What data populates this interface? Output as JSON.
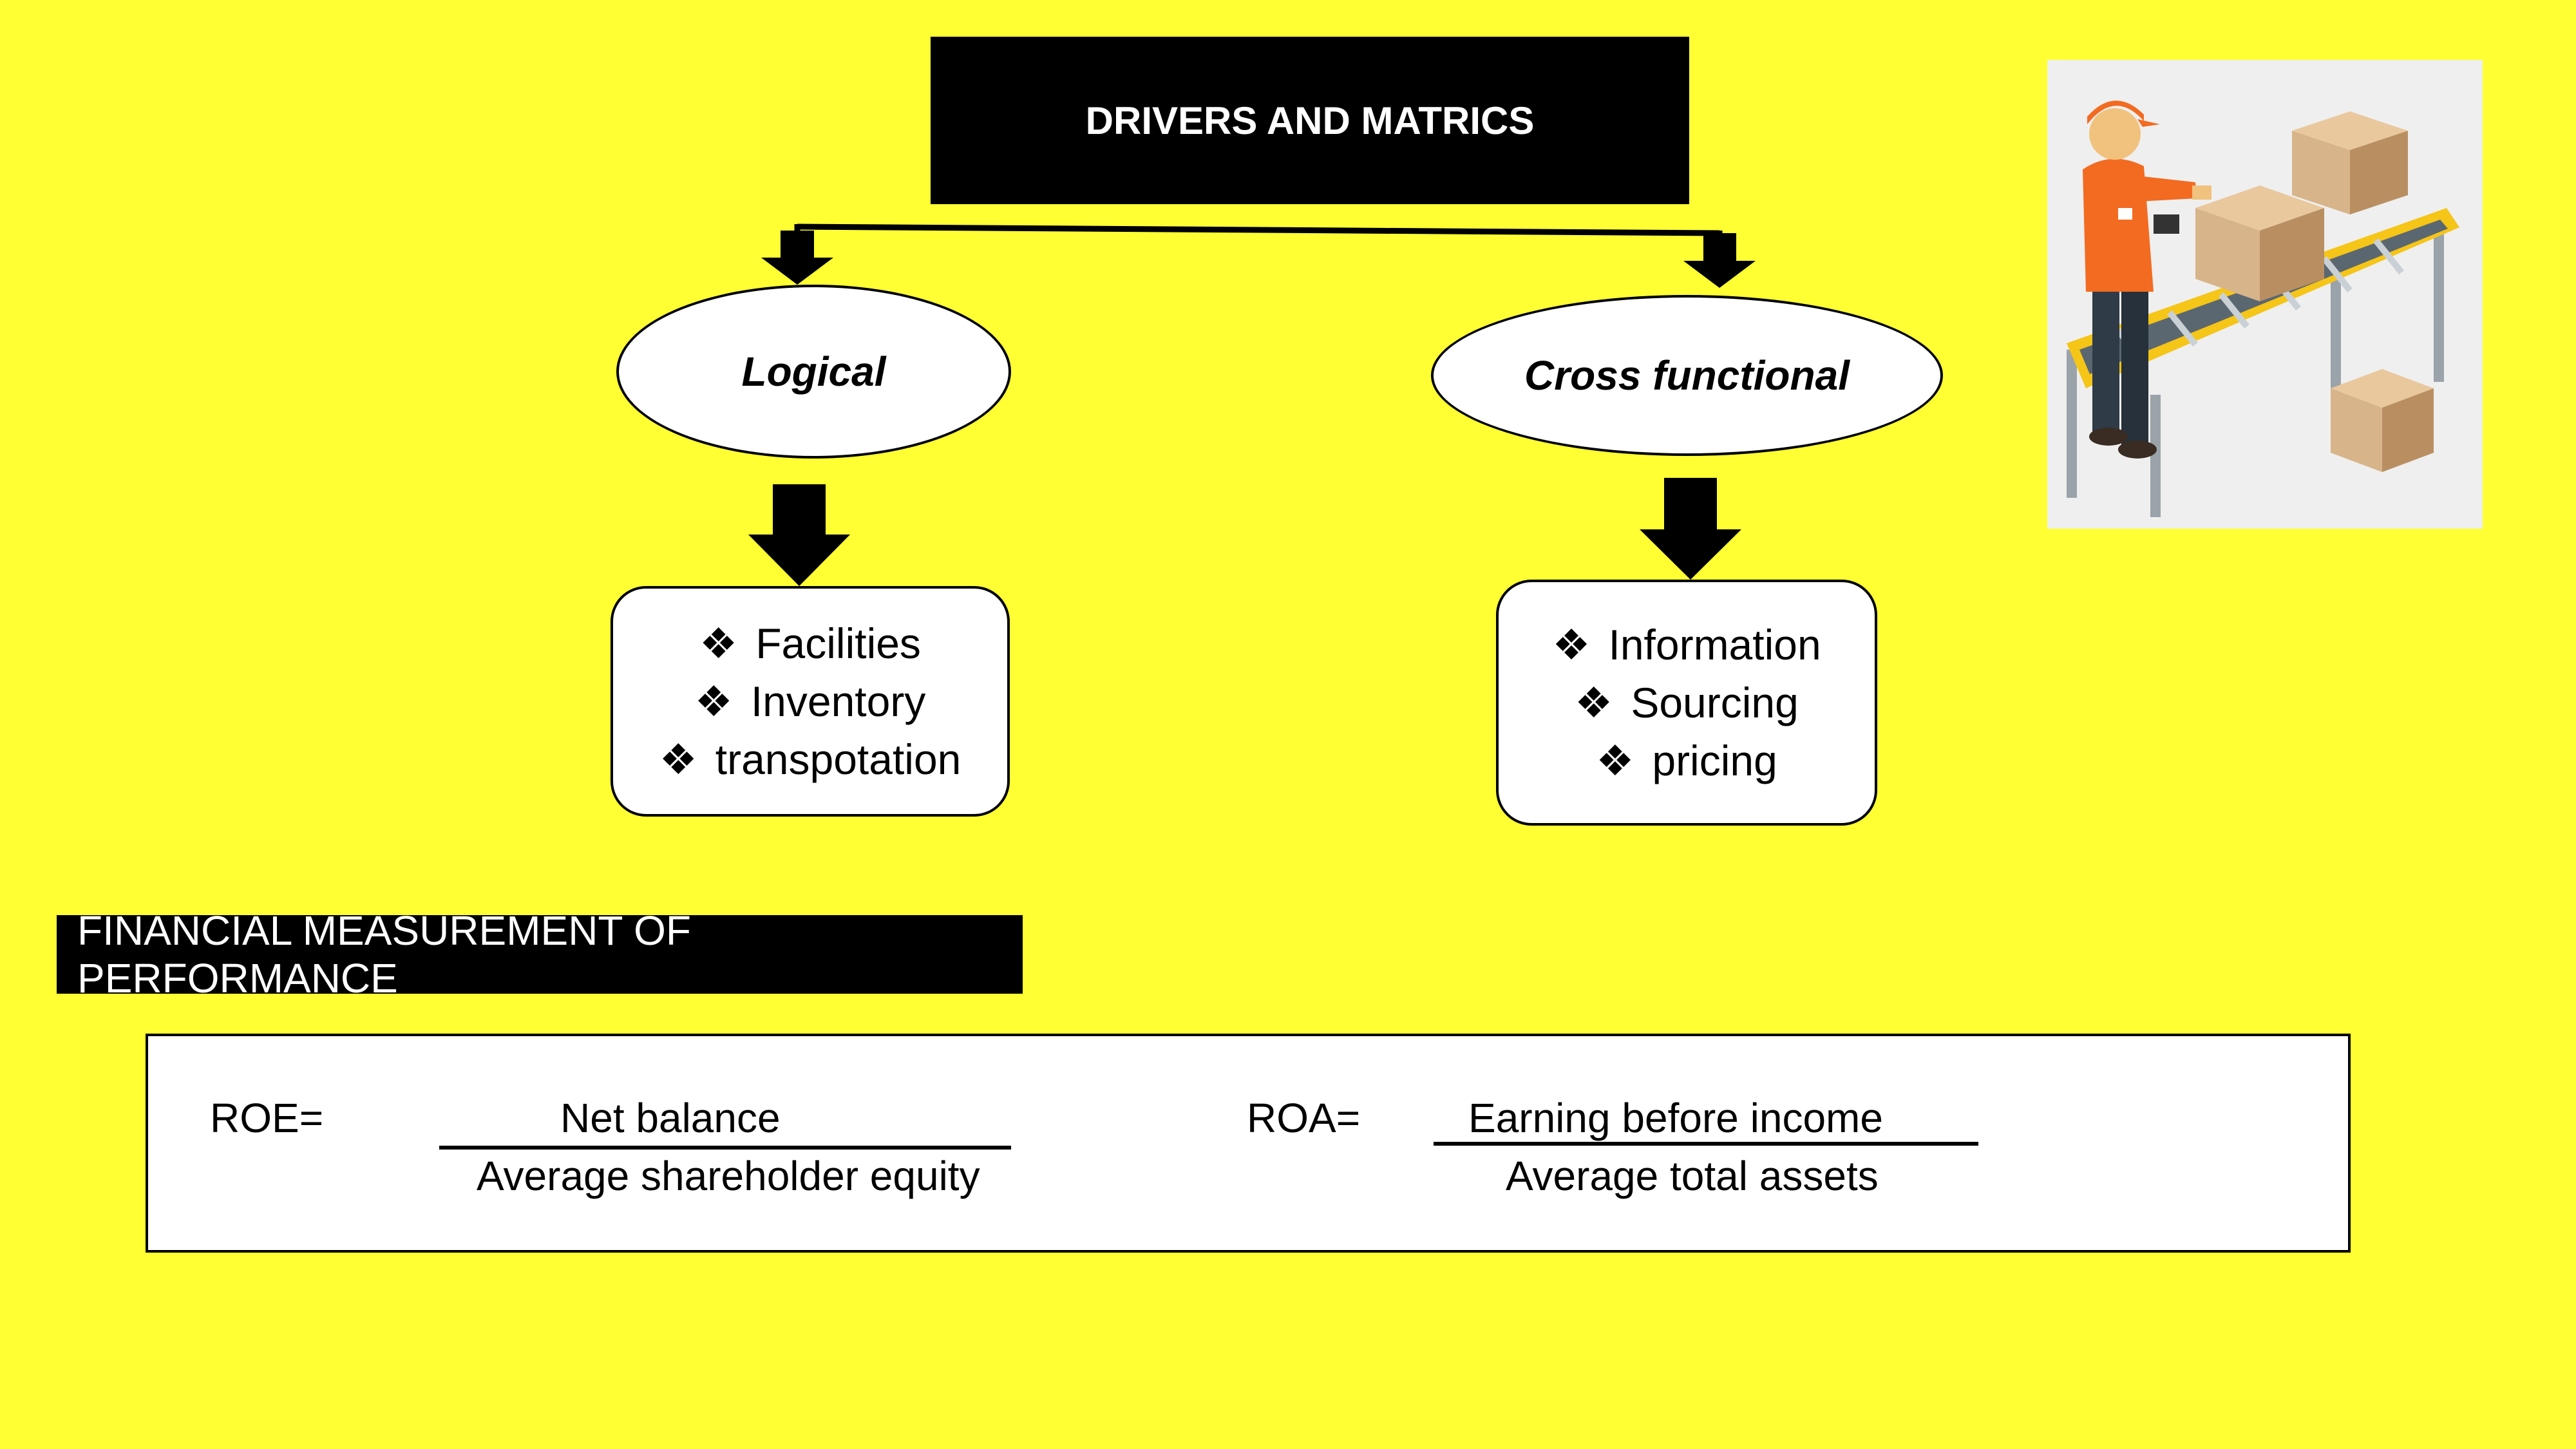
{
  "title": "DRIVERS AND MATRICS",
  "branches": {
    "logical": {
      "label": "Logical",
      "items": [
        "Facilities",
        "Inventory",
        "transpotation"
      ]
    },
    "cross_functional": {
      "label": "Cross functional",
      "items": [
        "Information",
        "Sourcing",
        "pricing"
      ]
    }
  },
  "bullet_glyph": "❖",
  "financial": {
    "header": "FINANCIAL MEASUREMENT OF PERFORMANCE",
    "roe": {
      "label": "ROE=",
      "numerator": "Net balance",
      "denominator": "Average shareholder equity"
    },
    "roa": {
      "label": "ROA=",
      "numerator": "Earning before income",
      "denominator": "Average total assets"
    }
  },
  "colors": {
    "background": "#ffff33",
    "worker_shirt": "#f26b21",
    "box": "#d8b48a",
    "conveyor": "#f5c518"
  }
}
